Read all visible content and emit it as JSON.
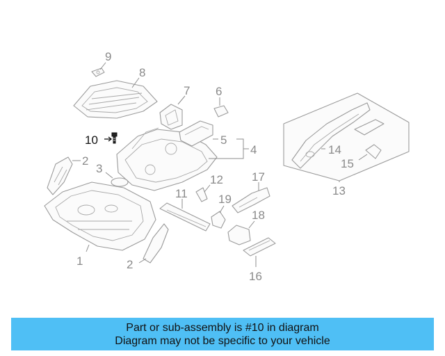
{
  "callouts": {
    "c1": "1",
    "c2a": "2",
    "c2b": "2",
    "c3": "3",
    "c4": "4",
    "c5": "5",
    "c6": "6",
    "c7": "7",
    "c8": "8",
    "c9": "9",
    "c10": "10",
    "c11": "11",
    "c12": "12",
    "c13": "13",
    "c14": "14",
    "c15": "15",
    "c16": "16",
    "c17": "17",
    "c18": "18",
    "c19": "19"
  },
  "highlighted_part": "10",
  "colors": {
    "banner": "#4fbff5",
    "highlight": "#111111",
    "line_art": "#9a9a9a"
  },
  "banner": {
    "line1": "Part or sub-assembly is #10 in diagram",
    "line2": "Diagram may not be specific to your vehicle"
  }
}
